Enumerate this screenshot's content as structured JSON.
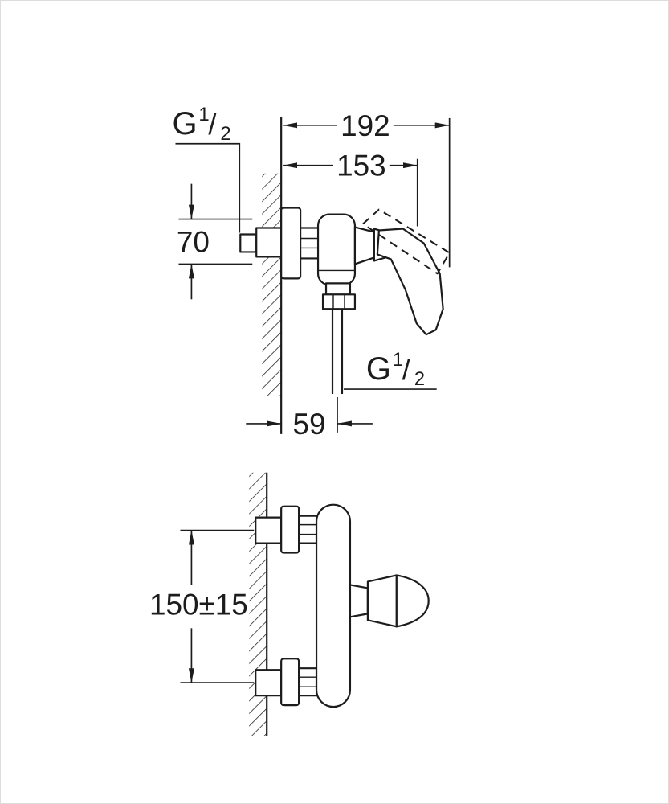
{
  "colors": {
    "background": "#ffffff",
    "line": "#1c1c1c",
    "border": "#dcdcdc"
  },
  "side_view": {
    "inlet_thread_label": {
      "prefix": "G",
      "numerator": "1",
      "slash": "/",
      "denominator": "2"
    },
    "dim_overall_depth": "192",
    "dim_body_depth": "153",
    "dim_inlet_height": "70",
    "outlet_thread_label": {
      "prefix": "G",
      "numerator": "1",
      "slash": "/",
      "denominator": "2"
    },
    "dim_outlet_offset": "59"
  },
  "front_view": {
    "dim_connection_spacing": "150±15"
  }
}
